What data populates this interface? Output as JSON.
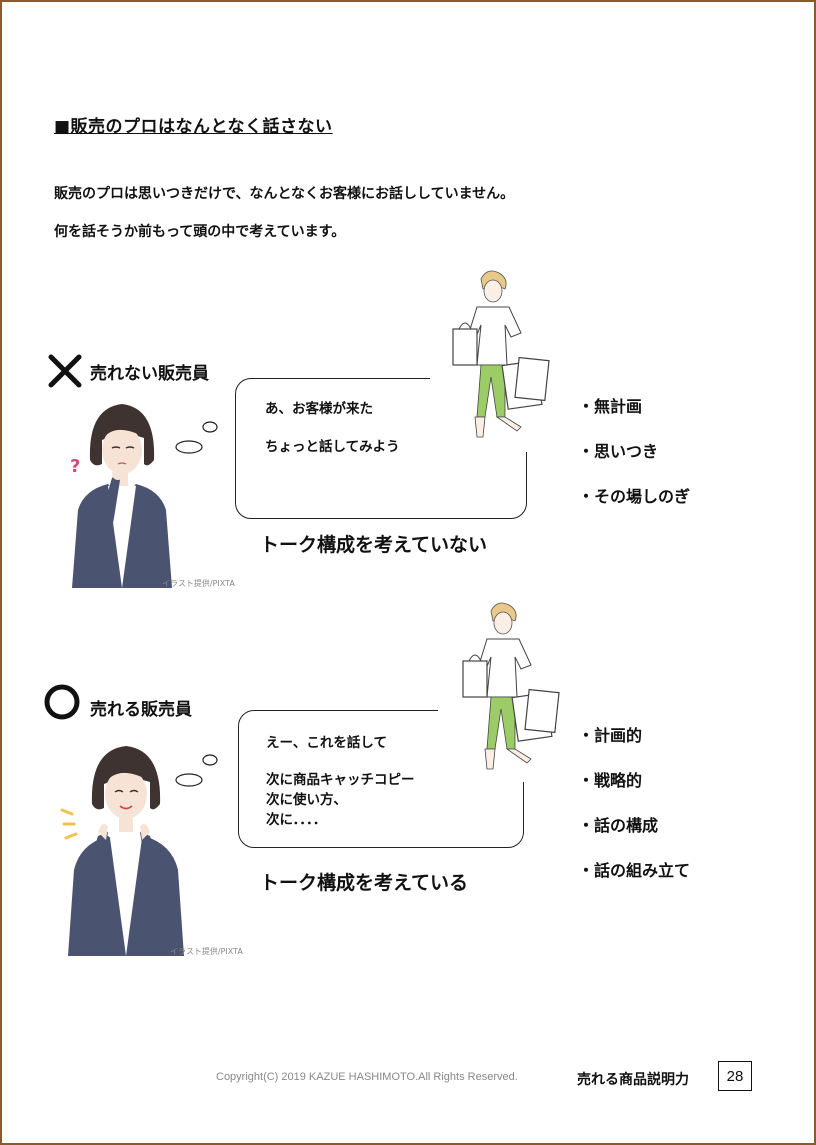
{
  "heading": "■販売のプロはなんとなく話さない",
  "intro": [
    "販売のプロは思いつきだけで、なんとなくお客様にお話ししていません。",
    "何を話そうか前もって頭の中で考えています。"
  ],
  "bad": {
    "label": "売れない販売員",
    "bubble_lines": [
      "あ、お客様が来た",
      "ちょっと話してみよう"
    ],
    "caption": "トーク構成を考えていない",
    "points": [
      "・無計画",
      "・思いつき",
      "・その場しのぎ"
    ],
    "credit": "イラスト提供/PIXTA"
  },
  "good": {
    "label": "売れる販売員",
    "bubble_lines": [
      "えー、これを話して",
      "次に商品キャッチコピー",
      "次に使い方、",
      "次に．．．．"
    ],
    "caption": "トーク構成を考えている",
    "points": [
      "・計画的",
      "・戦略的",
      "・話の構成",
      "・話の組み立て"
    ],
    "credit": "イラスト提供/PIXTA"
  },
  "footer": {
    "copyright": "Copyright(C) 2019  KAZUE HASHIMOTO.All  Rights Reserved.",
    "book_title": "売れる商品説明力",
    "page_number": "28"
  },
  "colors": {
    "border": "#8a5a2b",
    "jacket": "#4a5370",
    "pants": "#9ccc65",
    "hair": "#3e3330"
  },
  "icons": {
    "bad": "cross-icon",
    "good": "circle-icon"
  }
}
